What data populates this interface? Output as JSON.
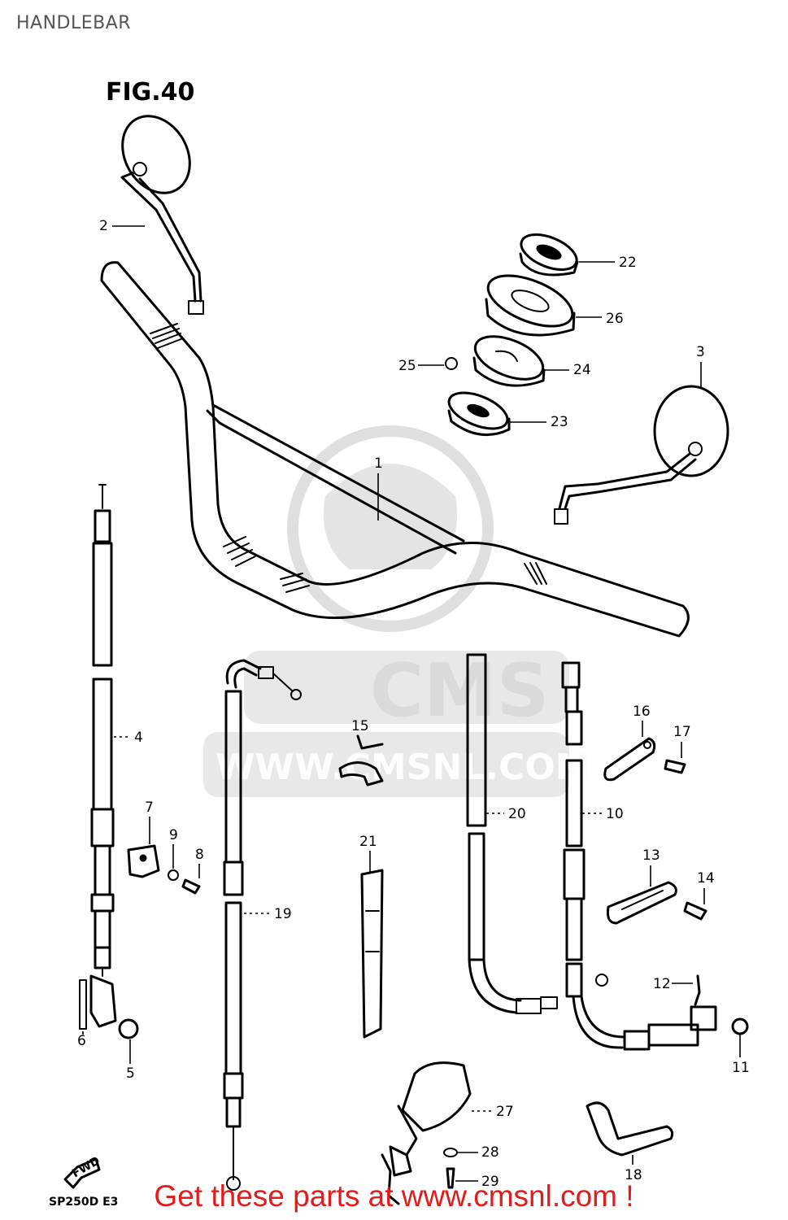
{
  "page_title": "HANDLEBAR",
  "figure_label": "FIG.40",
  "model_code": "SP250D E3",
  "fwd_label": "FWD",
  "watermark": {
    "logo_text": "CMS",
    "url_text": "WWW.CMSNL.COM"
  },
  "promo_text": "Get these parts at www.cmsnl.com !",
  "colors": {
    "promo": "#e31b1b",
    "watermark": "#d6d6d6",
    "title": "#555555"
  },
  "parts": {
    "p1": "1",
    "p2": "2",
    "p3": "3",
    "p4": "4",
    "p5": "5",
    "p6": "6",
    "p7": "7",
    "p8": "8",
    "p9": "9",
    "p10": "10",
    "p11": "11",
    "p12": "12",
    "p13": "13",
    "p14": "14",
    "p15": "15",
    "p16": "16",
    "p17": "17",
    "p18": "18",
    "p19": "19",
    "p20": "20",
    "p21": "21",
    "p22": "22",
    "p23": "23",
    "p24": "24",
    "p25": "25",
    "p26": "26",
    "p27": "27",
    "p28": "28",
    "p29": "29"
  }
}
